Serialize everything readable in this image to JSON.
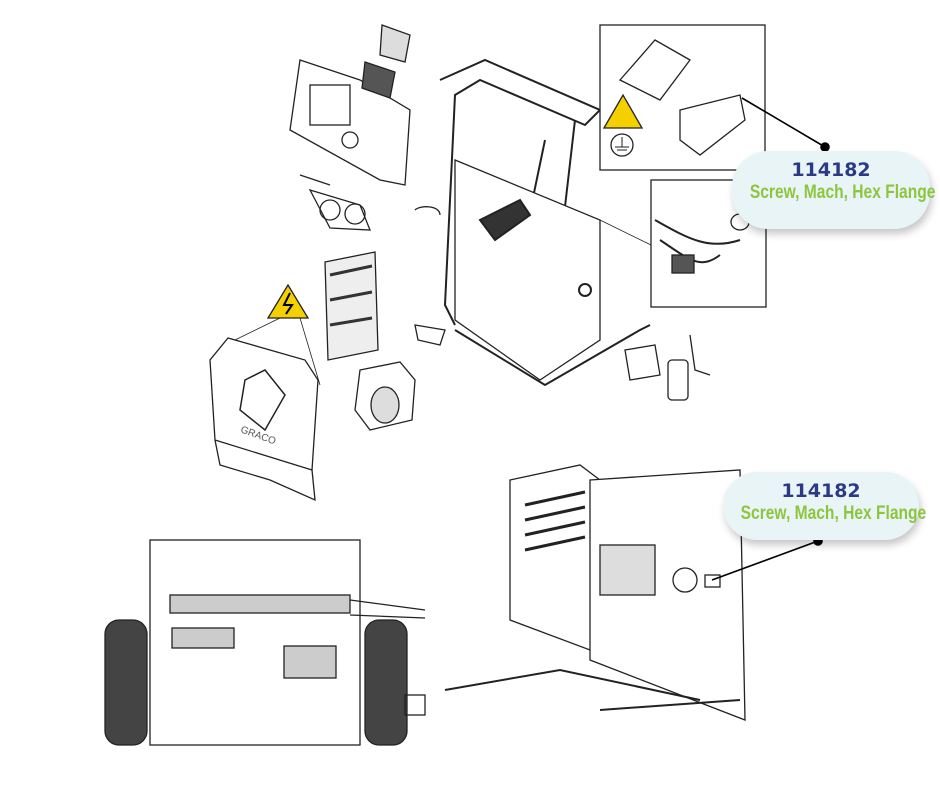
{
  "callouts": [
    {
      "part_number": "114182",
      "description": "Screw, Mach, Hex Flange"
    },
    {
      "part_number": "114182",
      "description": "Screw, Mach, Hex Flange"
    }
  ],
  "logo_text": "GRACO",
  "colors": {
    "callout_bg": "#e9f4f7",
    "part_number": "#2b3a85",
    "description": "#8cc63f",
    "warning": "#f5d000"
  }
}
